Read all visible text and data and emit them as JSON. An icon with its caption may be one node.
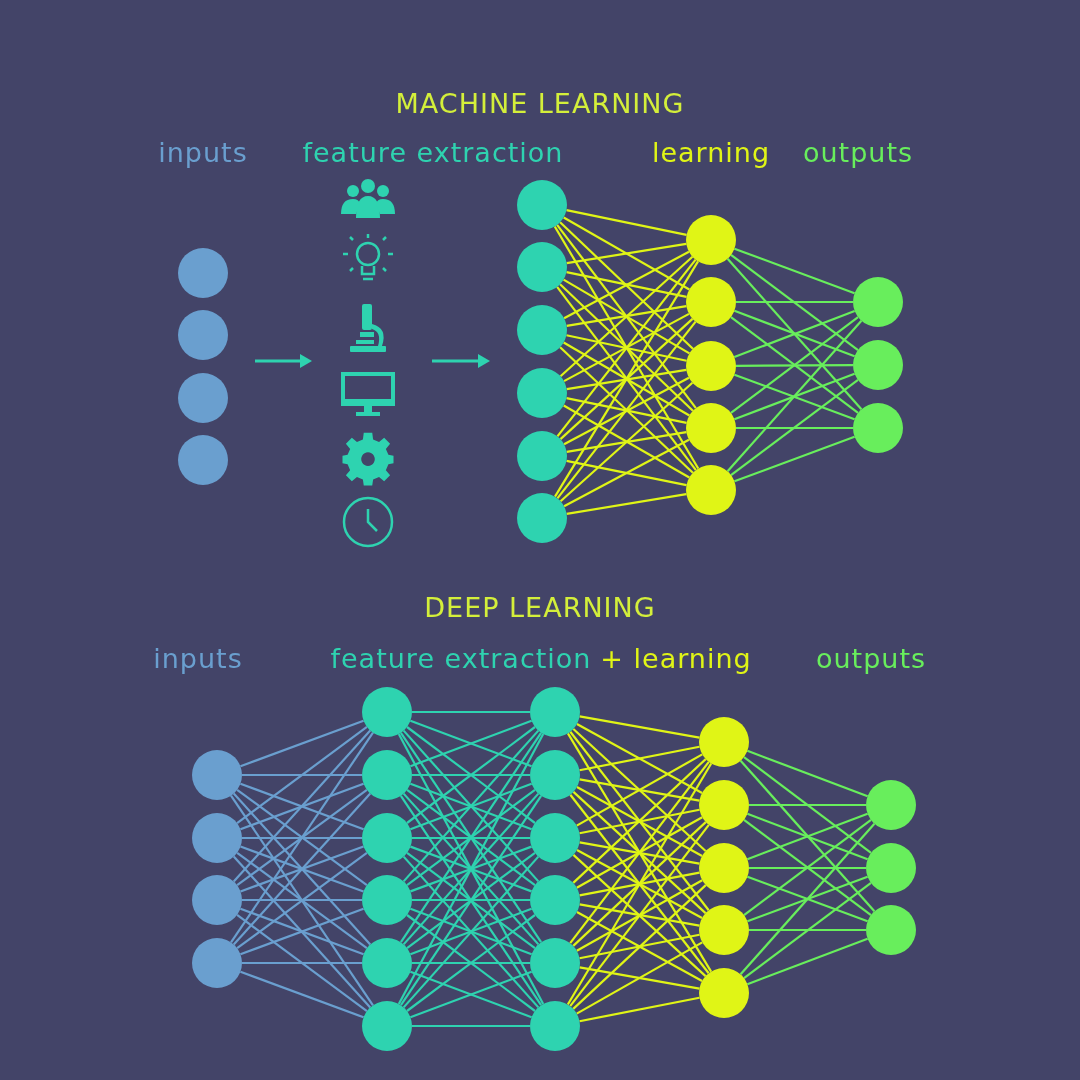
{
  "diagram": {
    "nodes": [
      {
        "text": [],
        "shape": "circle"
      },
      {
        "text": [],
        "shape": "circle"
      },
      {
        "text": [],
        "shape": "circle"
      },
      {
        "text": [],
        "shape": "circle"
      },
      {
        "text": [],
        "shape": "circle"
      },
      {
        "text": [],
        "shape": "circle"
      },
      {
        "text": [],
        "shape": "circle"
      },
      {
        "text": [],
        "shape": "circle"
      },
      {
        "text": [],
        "shape": "circle"
      },
      {
        "text": [],
        "shape": "circle"
      },
      {
        "text": [],
        "shape": "circle"
      },
      {
        "text": [],
        "shape": "circle"
      },
      {
        "text": [],
        "shape": "circle"
      },
      {
        "text": [],
        "shape": "circle"
      },
      {
        "text": [],
        "shape": "circle"
      },
      {
        "text": [],
        "shape": "circle"
      },
      {
        "text": [],
        "shape": "circle"
      },
      {
        "text": [],
        "shape": "circle"
      },
      {
        "text": [],
        "shape": "circle"
      },
      {
        "text": [],
        "shape": "circle"
      },
      {
        "text": [],
        "shape": "circle"
      },
      {
        "text": [],
        "shape": "circle"
      },
      {
        "text": [],
        "shape": "circle"
      },
      {
        "text": [],
        "shape": "circle"
      },
      {
        "text": [],
        "shape": "circle"
      },
      {
        "text": [],
        "shape": "circle"
      },
      {
        "text": [],
        "shape": "circle"
      },
      {
        "text": [],
        "shape": "circle"
      },
      {
        "text": [],
        "shape": "circle"
      },
      {
        "text": [],
        "shape": "circle"
      },
      {
        "text": [],
        "shape": "circle"
      },
      {
        "text": [],
        "shape": "circle"
      },
      {
        "text": [],
        "shape": "circle"
      },
      {
        "text": [],
        "shape": "circle"
      },
      {
        "text": [],
        "shape": "circle"
      },
      {
        "text": [],
        "shape": "circle"
      },
      {
        "text": [],
        "shape": "circle"
      },
      {
        "text": [],
        "shape": "circle"
      },
      {
        "text": [],
        "shape": "circle"
      },
      {
        "text": [],
        "shape": "circle"
      },
      {
        "text": [],
        "shape": "circle"
      },
      {
        "text": [],
        "shape": "circle"
      }
    ],
    "edges": [
      {
        "from": 4,
        "to": 10,
        "arrow": "none"
      },
      {
        "from": 4,
        "to": 11,
        "arrow": "none"
      },
      {
        "from": 4,
        "to": 12,
        "arrow": "none"
      },
      {
        "from": 4,
        "to": 13,
        "arrow": "none"
      },
      {
        "from": 4,
        "to": 14,
        "arrow": "none"
      },
      {
        "from": 5,
        "to": 10,
        "arrow": "none"
      },
      {
        "from": 5,
        "to": 11,
        "arrow": "none"
      },
      {
        "from": 5,
        "to": 12,
        "arrow": "none"
      },
      {
        "from": 5,
        "to": 13,
        "arrow": "none"
      },
      {
        "from": 5,
        "to": 14,
        "arrow": "none"
      },
      {
        "from": 6,
        "to": 10,
        "arrow": "none"
      },
      {
        "from": 6,
        "to": 11,
        "arrow": "none"
      },
      {
        "from": 6,
        "to": 12,
        "arrow": "none"
      },
      {
        "from": 6,
        "to": 13,
        "arrow": "none"
      },
      {
        "from": 6,
        "to": 14,
        "arrow": "none"
      },
      {
        "from": 7,
        "to": 10,
        "arrow": "none"
      },
      {
        "from": 7,
        "to": 11,
        "arrow": "none"
      },
      {
        "from": 7,
        "to": 12,
        "arrow": "none"
      },
      {
        "from": 7,
        "to": 13,
        "arrow": "none"
      },
      {
        "from": 7,
        "to": 14,
        "arrow": "none"
      },
      {
        "from": 8,
        "to": 10,
        "arrow": "none"
      },
      {
        "from": 8,
        "to": 11,
        "arrow": "none"
      },
      {
        "from": 8,
        "to": 12,
        "arrow": "none"
      },
      {
        "from": 8,
        "to": 13,
        "arrow": "none"
      },
      {
        "from": 8,
        "to": 14,
        "arrow": "none"
      },
      {
        "from": 9,
        "to": 10,
        "arrow": "none"
      },
      {
        "from": 9,
        "to": 11,
        "arrow": "none"
      },
      {
        "from": 9,
        "to": 12,
        "arrow": "none"
      },
      {
        "from": 9,
        "to": 13,
        "arrow": "none"
      },
      {
        "from": 9,
        "to": 14,
        "arrow": "none"
      },
      {
        "from": 10,
        "to": 15,
        "arrow": "none",
        "color": "#68ee5c"
      },
      {
        "from": 10,
        "to": 16,
        "arrow": "none",
        "color": "#68ee5c"
      },
      {
        "from": 10,
        "to": 17,
        "arrow": "none",
        "color": "#68ee5c"
      },
      {
        "from": 11,
        "to": 15,
        "arrow": "none",
        "color": "#68ee5c"
      },
      {
        "from": 11,
        "to": 16,
        "arrow": "none",
        "color": "#68ee5c"
      },
      {
        "from": 11,
        "to": 17,
        "arrow": "none",
        "color": "#68ee5c"
      },
      {
        "from": 12,
        "to": 15,
        "arrow": "none",
        "color": "#68ee5c"
      },
      {
        "from": 12,
        "to": 16,
        "arrow": "none",
        "color": "#68ee5c"
      },
      {
        "from": 12,
        "to": 17,
        "arrow": "none",
        "color": "#68ee5c"
      },
      {
        "from": 13,
        "to": 15,
        "arrow": "none",
        "color": "#68ee5c"
      },
      {
        "from": 13,
        "to": 16,
        "arrow": "none",
        "color": "#68ee5c"
      },
      {
        "from": 13,
        "to": 17,
        "arrow": "none",
        "color": "#68ee5c"
      },
      {
        "from": 14,
        "to": 15,
        "arrow": "none",
        "color": "#68ee5c"
      },
      {
        "from": 14,
        "to": 16,
        "arrow": "none",
        "color": "#68ee5c"
      },
      {
        "from": 14,
        "to": 17,
        "arrow": "none",
        "color": "#68ee5c"
      },
      {
        "from": 18,
        "to": 22,
        "arrow": "none",
        "color": "#6a9fcf"
      },
      {
        "from": 18,
        "to": 23,
        "arrow": "none",
        "color": "#6a9fcf"
      },
      {
        "from": 18,
        "to": 24,
        "arrow": "none",
        "color": "#6a9fcf"
      },
      {
        "from": 18,
        "to": 25,
        "arrow": "none",
        "color": "#6a9fcf"
      },
      {
        "from": 18,
        "to": 26,
        "arrow": "none",
        "color": "#6a9fcf"
      },
      {
        "from": 18,
        "to": 27,
        "arrow": "none",
        "color": "#6a9fcf"
      },
      {
        "from": 19,
        "to": 22,
        "arrow": "none",
        "color": "#6a9fcf"
      },
      {
        "from": 19,
        "to": 23,
        "arrow": "none",
        "color": "#6a9fcf"
      },
      {
        "from": 19,
        "to": 24,
        "arrow": "none",
        "color": "#6a9fcf"
      },
      {
        "from": 19,
        "to": 25,
        "arrow": "none",
        "color": "#6a9fcf"
      },
      {
        "from": 19,
        "to": 26,
        "arrow": "none",
        "color": "#6a9fcf"
      },
      {
        "from": 19,
        "to": 27,
        "arrow": "none",
        "color": "#6a9fcf"
      },
      {
        "from": 20,
        "to": 22,
        "arrow": "none",
        "color": "#6a9fcf"
      },
      {
        "from": 20,
        "to": 23,
        "arrow": "none",
        "color": "#6a9fcf"
      },
      {
        "from": 20,
        "to": 24,
        "arrow": "none",
        "color": "#6a9fcf"
      },
      {
        "from": 20,
        "to": 25,
        "arrow": "none",
        "color": "#6a9fcf"
      },
      {
        "from": 20,
        "to": 26,
        "arrow": "none",
        "color": "#6a9fcf"
      },
      {
        "from": 20,
        "to": 27,
        "arrow": "none",
        "color": "#6a9fcf"
      },
      {
        "from": 21,
        "to": 22,
        "arrow": "none",
        "color": "#6a9fcf"
      },
      {
        "from": 21,
        "to": 23,
        "arrow": "none",
        "color": "#6a9fcf"
      },
      {
        "from": 21,
        "to": 24,
        "arrow": "none",
        "color": "#6a9fcf"
      },
      {
        "from": 21,
        "to": 25,
        "arrow": "none",
        "color": "#6a9fcf"
      },
      {
        "from": 21,
        "to": 26,
        "arrow": "none",
        "color": "#6a9fcf"
      },
      {
        "from": 21,
        "to": 27,
        "arrow": "none",
        "color": "#6a9fcf"
      },
      {
        "from": 22,
        "to": 28,
        "arrow": "none",
        "color": "#2ed3b0"
      },
      {
        "from": 22,
        "to": 29,
        "arrow": "none",
        "color": "#2ed3b0"
      },
      {
        "from": 22,
        "to": 30,
        "arrow": "none",
        "color": "#2ed3b0"
      },
      {
        "from": 22,
        "to": 31,
        "arrow": "none",
        "color": "#2ed3b0"
      },
      {
        "from": 22,
        "to": 32,
        "arrow": "none",
        "color": "#2ed3b0"
      },
      {
        "from": 22,
        "to": 33,
        "arrow": "none",
        "color": "#2ed3b0"
      },
      {
        "from": 23,
        "to": 28,
        "arrow": "none",
        "color": "#2ed3b0"
      },
      {
        "from": 23,
        "to": 29,
        "arrow": "none",
        "color": "#2ed3b0"
      },
      {
        "from": 23,
        "to": 30,
        "arrow": "none",
        "color": "#2ed3b0"
      },
      {
        "from": 23,
        "to": 31,
        "arrow": "none",
        "color": "#2ed3b0"
      },
      {
        "from": 23,
        "to": 32,
        "arrow": "none",
        "color": "#2ed3b0"
      },
      {
        "from": 23,
        "to": 33,
        "arrow": "none",
        "color": "#2ed3b0"
      },
      {
        "from": 24,
        "to": 28,
        "arrow": "none",
        "color": "#2ed3b0"
      },
      {
        "from": 24,
        "to": 29,
        "arrow": "none",
        "color": "#2ed3b0"
      },
      {
        "from": 24,
        "to": 30,
        "arrow": "none",
        "color": "#2ed3b0"
      },
      {
        "from": 24,
        "to": 31,
        "arrow": "none",
        "color": "#2ed3b0"
      },
      {
        "from": 24,
        "to": 32,
        "arrow": "none",
        "color": "#2ed3b0"
      },
      {
        "from": 24,
        "to": 33,
        "arrow": "none",
        "color": "#2ed3b0"
      },
      {
        "from": 25,
        "to": 28,
        "arrow": "none",
        "color": "#2ed3b0"
      },
      {
        "from": 25,
        "to": 29,
        "arrow": "none",
        "color": "#2ed3b0"
      },
      {
        "from": 25,
        "to": 30,
        "arrow": "none",
        "color": "#2ed3b0"
      },
      {
        "from": 25,
        "to": 31,
        "arrow": "none",
        "color": "#2ed3b0"
      },
      {
        "from": 25,
        "to": 32,
        "arrow": "none",
        "color": "#2ed3b0"
      },
      {
        "from": 25,
        "to": 33,
        "arrow": "none",
        "color": "#2ed3b0"
      },
      {
        "from": 26,
        "to": 28,
        "arrow": "none",
        "color": "#2ed3b0"
      },
      {
        "from": 26,
        "to": 29,
        "arrow": "none",
        "color": "#2ed3b0"
      },
      {
        "from": 26,
        "to": 30,
        "arrow": "none",
        "color": "#2ed3b0"
      },
      {
        "from": 26,
        "to": 31,
        "arrow": "none",
        "color": "#2ed3b0"
      },
      {
        "from": 26,
        "to": 32,
        "arrow": "none",
        "color": "#2ed3b0"
      },
      {
        "from": 26,
        "to": 33,
        "arrow": "none",
        "color": "#2ed3b0"
      },
      {
        "from": 27,
        "to": 28,
        "arrow": "none",
        "color": "#2ed3b0"
      },
      {
        "from": 27,
        "to": 29,
        "arrow": "none",
        "color": "#2ed3b0"
      },
      {
        "from": 27,
        "to": 30,
        "arrow": "none",
        "color": "#2ed3b0"
      },
      {
        "from": 27,
        "to": 31,
        "arrow": "none",
        "color": "#2ed3b0"
      },
      {
        "from": 27,
        "to": 32,
        "arrow": "none",
        "color": "#2ed3b0"
      },
      {
        "from": 27,
        "to": 33,
        "arrow": "none",
        "color": "#2ed3b0"
      },
      {
        "from": 28,
        "to": 34,
        "arrow": "none"
      },
      {
        "from": 28,
        "to": 35,
        "arrow": "none"
      },
      {
        "from": 28,
        "to": 36,
        "arrow": "none"
      },
      {
        "from": 28,
        "to": 37,
        "arrow": "none"
      },
      {
        "from": 28,
        "to": 38,
        "arrow": "none"
      },
      {
        "from": 29,
        "to": 34,
        "arrow": "none"
      },
      {
        "from": 29,
        "to": 35,
        "arrow": "none"
      },
      {
        "from": 29,
        "to": 36,
        "arrow": "none"
      },
      {
        "from": 29,
        "to": 37,
        "arrow": "none"
      },
      {
        "from": 29,
        "to": 38,
        "arrow": "none"
      },
      {
        "from": 30,
        "to": 34,
        "arrow": "none"
      },
      {
        "from": 30,
        "to": 35,
        "arrow": "none"
      },
      {
        "from": 30,
        "to": 36,
        "arrow": "none"
      },
      {
        "from": 30,
        "to": 37,
        "arrow": "none"
      },
      {
        "from": 30,
        "to": 38,
        "arrow": "none"
      },
      {
        "from": 31,
        "to": 34,
        "arrow": "none"
      },
      {
        "from": 31,
        "to": 35,
        "arrow": "none"
      },
      {
        "from": 31,
        "to": 36,
        "arrow": "none"
      },
      {
        "from": 31,
        "to": 37,
        "arrow": "none"
      },
      {
        "from": 31,
        "to": 38,
        "arrow": "none"
      },
      {
        "from": 32,
        "to": 34,
        "arrow": "none"
      },
      {
        "from": 32,
        "to": 35,
        "arrow": "none"
      },
      {
        "from": 32,
        "to": 36,
        "arrow": "none"
      },
      {
        "from": 32,
        "to": 37,
        "arrow": "none"
      },
      {
        "from": 32,
        "to": 38,
        "arrow": "none"
      },
      {
        "from": 33,
        "to": 34,
        "arrow": "none"
      },
      {
        "from": 33,
        "to": 35,
        "arrow": "none"
      },
      {
        "from": 33,
        "to": 36,
        "arrow": "none"
      },
      {
        "from": 33,
        "to": 37,
        "arrow": "none"
      },
      {
        "from": 33,
        "to": 38,
        "arrow": "none"
      },
      {
        "from": 34,
        "to": 39,
        "arrow": "none",
        "color": "#68ee5c"
      },
      {
        "from": 34,
        "to": 40,
        "arrow": "none",
        "color": "#68ee5c"
      },
      {
        "from": 34,
        "to": 41,
        "arrow": "none",
        "color": "#68ee5c"
      },
      {
        "from": 35,
        "to": 39,
        "arrow": "none",
        "color": "#68ee5c"
      },
      {
        "from": 35,
        "to": 40,
        "arrow": "none",
        "color": "#68ee5c"
      },
      {
        "from": 35,
        "to": 41,
        "arrow": "none",
        "color": "#68ee5c"
      },
      {
        "from": 36,
        "to": 39,
        "arrow": "none",
        "color": "#68ee5c"
      },
      {
        "from": 36,
        "to": 40,
        "arrow": "none",
        "color": "#68ee5c"
      },
      {
        "from": 36,
        "to": 41,
        "arrow": "none",
        "color": "#68ee5c"
      },
      {
        "from": 37,
        "to": 39,
        "arrow": "none",
        "color": "#68ee5c"
      },
      {
        "from": 37,
        "to": 40,
        "arrow": "none",
        "color": "#68ee5c"
      },
      {
        "from": 37,
        "to": 41,
        "arrow": "none",
        "color": "#68ee5c"
      },
      {
        "from": 38,
        "to": 39,
        "arrow": "none",
        "color": "#68ee5c"
      },
      {
        "from": 38,
        "to": 40,
        "arrow": "none",
        "color": "#68ee5c"
      },
      {
        "from": 38,
        "to": 41,
        "arrow": "none",
        "color": "#68ee5c"
      }
    ],
    "labels": [
      "MACHINE LEARNING",
      "inputs",
      "feature extraction",
      "learning",
      "outputs",
      "DEEP LEARNING",
      "inputs",
      "feature extraction",
      "+ learning",
      "outputs"
    ]
  }
}
